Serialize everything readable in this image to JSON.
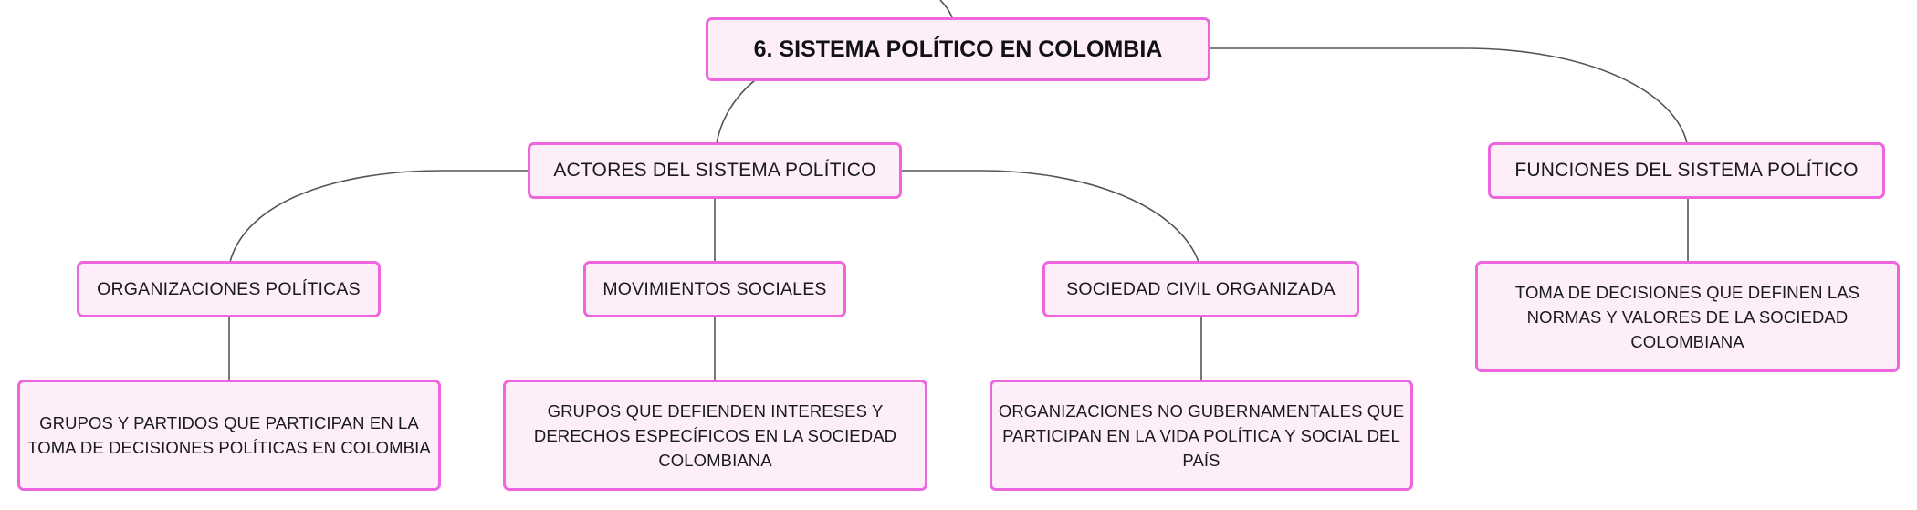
{
  "colors": {
    "node_fill": "#fdeefa",
    "node_border": "#ee66dd",
    "connector": "#555555",
    "text": "#1a1a1a"
  },
  "mindmap": {
    "root": "6. SISTEMA POLÍTICO EN COLOMBIA",
    "actores": {
      "label": "ACTORES DEL SISTEMA POLÍTICO",
      "organizaciones": {
        "label": "ORGANIZACIONES POLÍTICAS",
        "description": "GRUPOS Y PARTIDOS QUE PARTICIPAN EN LA TOMA DE DECISIONES POLÍTICAS EN COLOMBIA"
      },
      "movimientos": {
        "label": "MOVIMIENTOS SOCIALES",
        "description": "GRUPOS QUE DEFIENDEN INTERESES Y DERECHOS ESPECÍFICOS EN LA SOCIEDAD COLOMBIANA"
      },
      "sociedad_civil": {
        "label": "SOCIEDAD CIVIL ORGANIZADA",
        "description": "ORGANIZACIONES NO GUBERNAMENTALES QUE PARTICIPAN EN LA VIDA POLÍTICA Y SOCIAL DEL PAÍS"
      }
    },
    "funciones": {
      "label": "FUNCIONES DEL SISTEMA POLÍTICO",
      "description": "TOMA DE DECISIONES QUE DEFINEN LAS NORMAS Y VALORES DE LA SOCIEDAD COLOMBIANA"
    }
  }
}
